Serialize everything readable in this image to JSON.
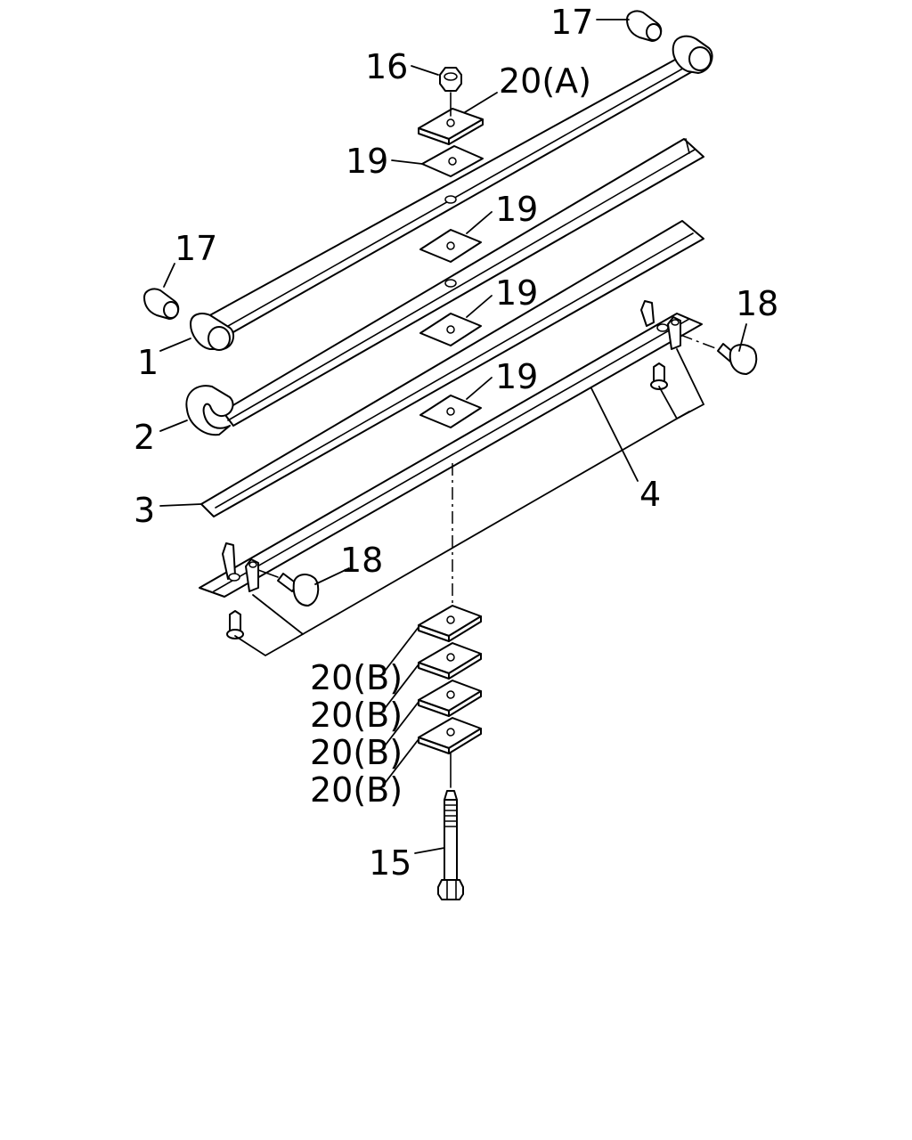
{
  "callouts": {
    "c1": "1",
    "c2": "2",
    "c3": "3",
    "c4": "4",
    "c15": "15",
    "c16": "16",
    "c17_top": "17",
    "c17_left": "17",
    "c18_right": "18",
    "c18_left": "18",
    "c19_a": "19",
    "c19_b": "19",
    "c19_c": "19",
    "c19_d": "19",
    "c20a": "20(A)",
    "c20b_1": "20(B)",
    "c20b_2": "20(B)",
    "c20b_3": "20(B)",
    "c20b_4": "20(B)"
  },
  "colors": {
    "line": "#000000",
    "background": "#ffffff"
  }
}
